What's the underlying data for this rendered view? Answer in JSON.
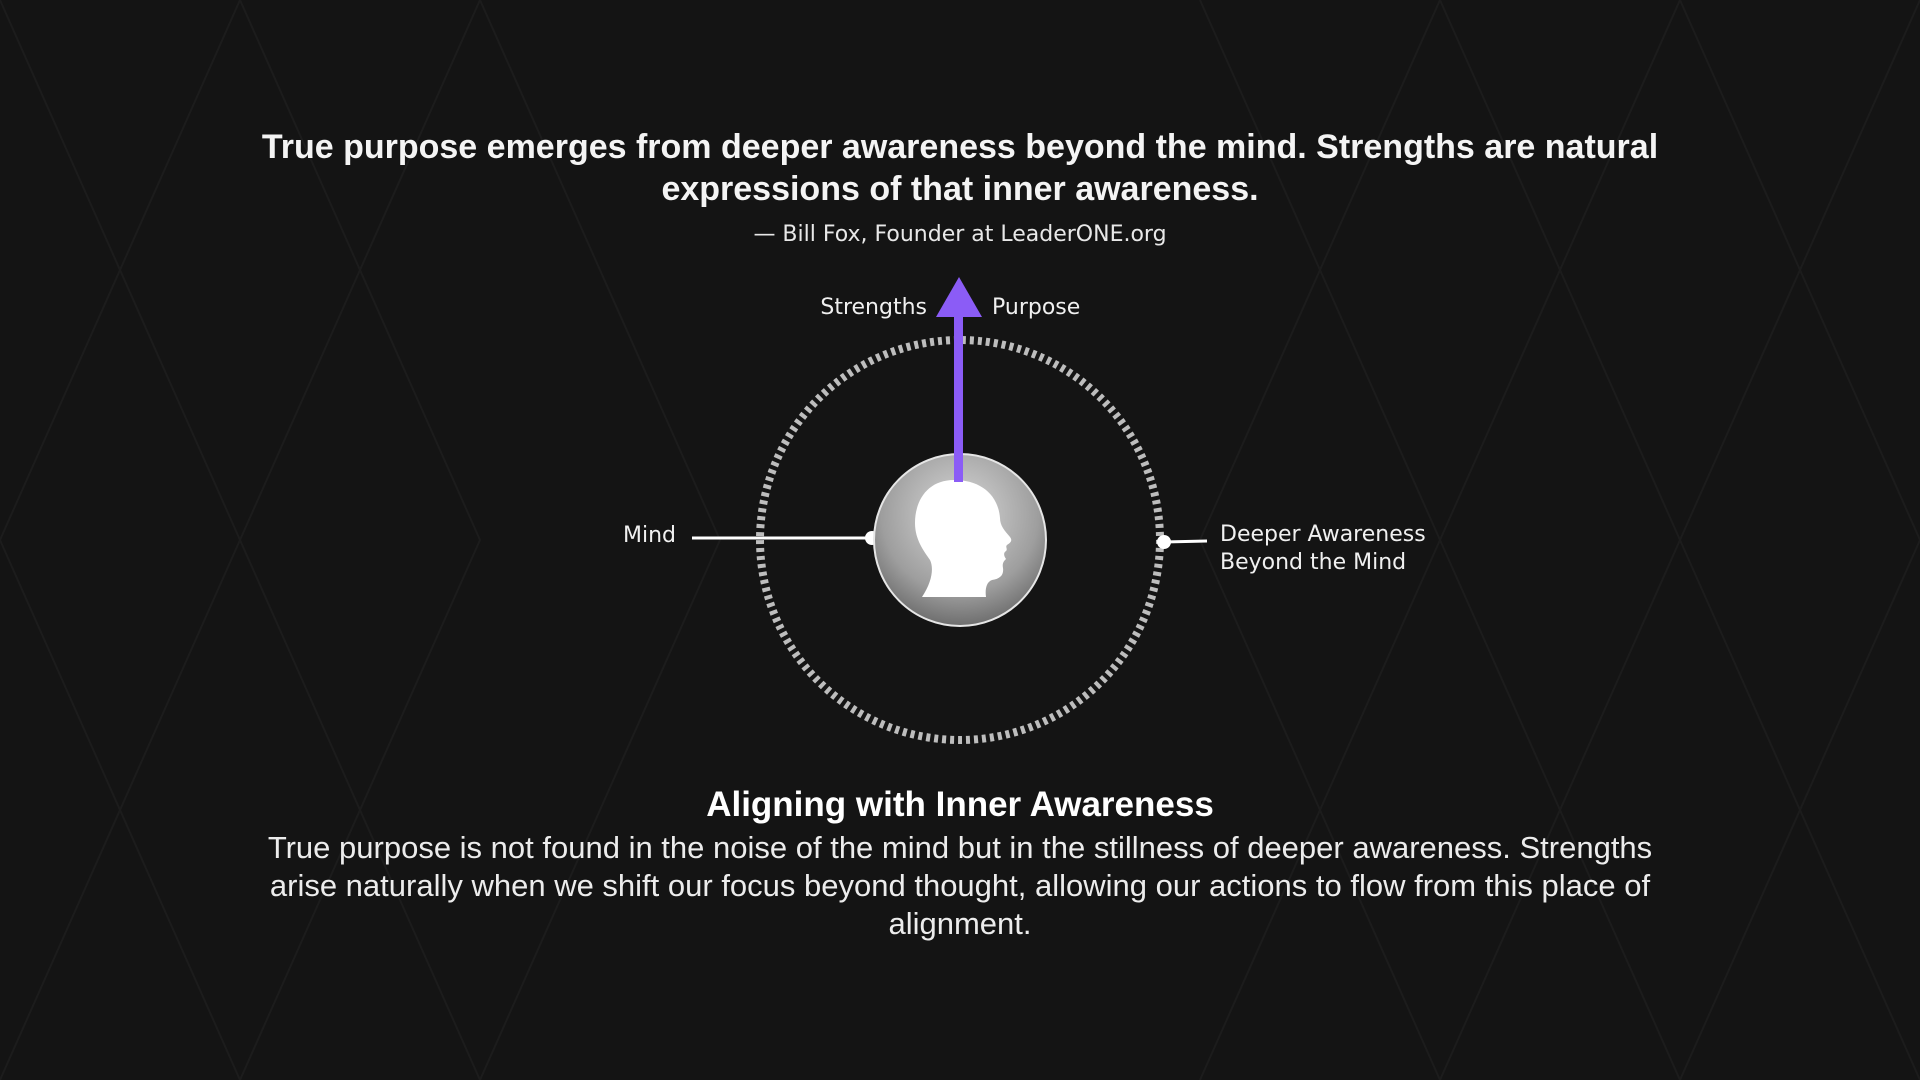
{
  "quote": {
    "text": "True purpose emerges from deeper awareness beyond the mind. Strengths are natural expressions of that inner awareness.",
    "attribution": "— Bill Fox, Founder at LeaderONE.org"
  },
  "diagram": {
    "labels": {
      "strengths": "Strengths",
      "purpose": "Purpose",
      "mind": "Mind",
      "deeper_line1": "Deeper Awareness",
      "deeper_line2": "Beyond the Mind"
    },
    "icons": {
      "center": "head-silhouette-icon",
      "arrow": "arrow-up-icon"
    },
    "colors": {
      "background": "#141414",
      "arrow": "#8b5cf6",
      "ring": "#bdbdbd",
      "connector": "#ffffff"
    }
  },
  "section": {
    "title": "Aligning with Inner Awareness",
    "body": "True purpose is not found in the noise of the mind but in the stillness of deeper awareness. Strengths arise naturally when we shift our focus beyond thought, allowing our actions to flow from this place of alignment."
  }
}
